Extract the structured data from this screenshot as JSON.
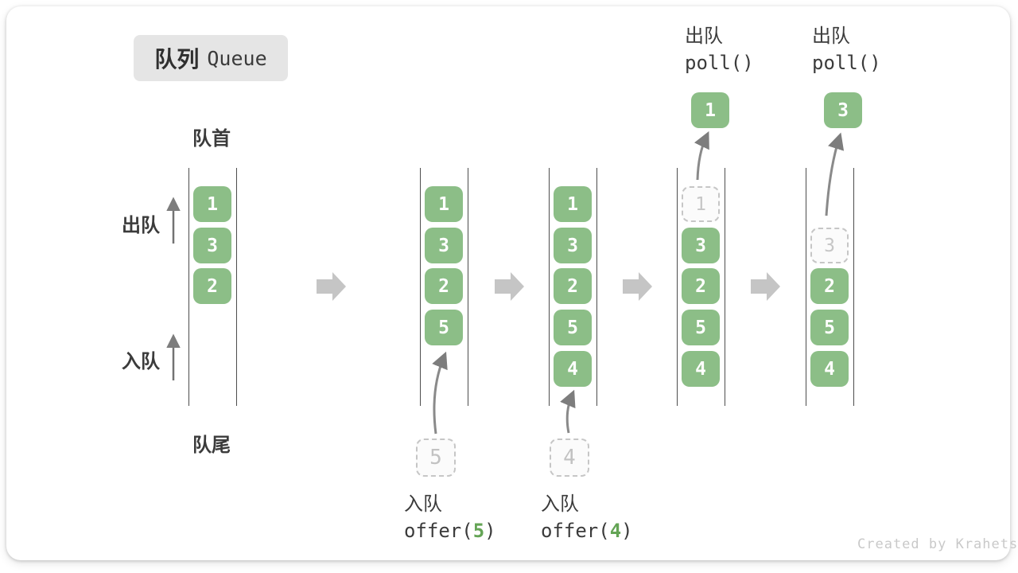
{
  "title": {
    "zh": "队列",
    "en": "Queue"
  },
  "labels": {
    "front": "队首",
    "rear": "队尾",
    "dequeue": "出队",
    "enqueue": "入队"
  },
  "watermark": "Created by Krahets",
  "colors": {
    "box_green": "#8CBE87",
    "code_arg_green": "#64A455",
    "step_arrow_gray": "#C5C5C5",
    "flow_arrow_gray": "#8A8A8A",
    "column_line": "#4D4D4D",
    "dashed_gray": "#C6C6C6",
    "text_dark": "#3B3B3B",
    "title_bg": "#E5E5E5"
  },
  "states": [
    {
      "name": "initial",
      "items": [
        "1",
        "3",
        "2"
      ]
    },
    {
      "name": "after-offer-5",
      "items": [
        "1",
        "3",
        "2",
        "5"
      ],
      "staging_value": "5",
      "op": {
        "action": "入队",
        "code_prefix": "offer(",
        "code_arg": "5",
        "code_suffix": ")"
      }
    },
    {
      "name": "after-offer-4",
      "items": [
        "1",
        "3",
        "2",
        "5",
        "4"
      ],
      "staging_value": "4",
      "op": {
        "action": "入队",
        "code_prefix": "offer(",
        "code_arg": "4",
        "code_suffix": ")"
      }
    },
    {
      "name": "after-poll-1",
      "items": [
        "3",
        "2",
        "5",
        "4"
      ],
      "removed_value": "1",
      "op": {
        "action": "出队",
        "code": "poll()"
      }
    },
    {
      "name": "after-poll-3",
      "items": [
        "2",
        "5",
        "4"
      ],
      "removed_value": "3",
      "op": {
        "action": "出队",
        "code": "poll()"
      }
    }
  ]
}
